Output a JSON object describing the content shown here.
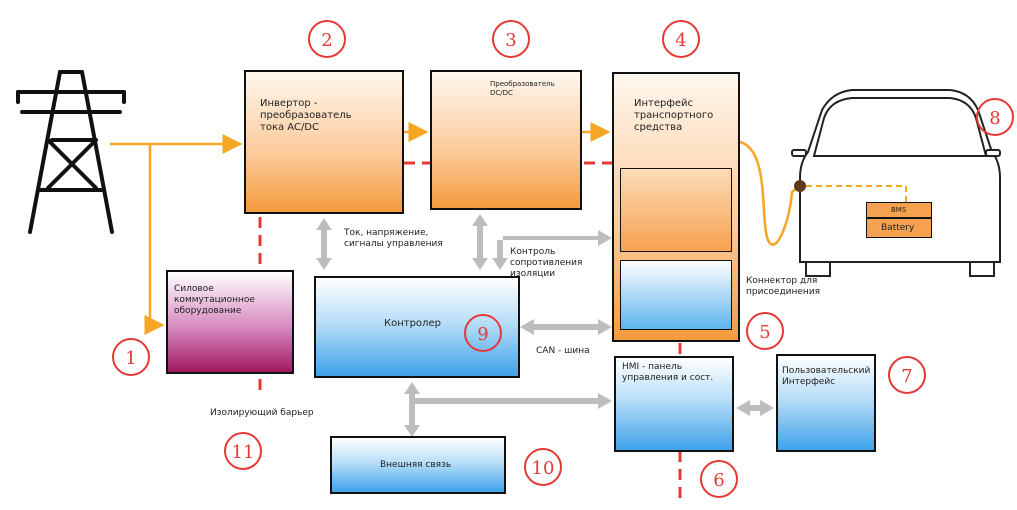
{
  "blocks": {
    "inverter": "Инвертор - преобразователь тока AC/DC",
    "dcdc": "Преобразователь DC/DC",
    "vehicle_interface": "Интерфейс транспортного средства",
    "switchgear": "Силовое коммутационное оборудование",
    "controller": "Контролер",
    "hmi": "HMI - панель управления и сост.",
    "user_interface": "Пользовательский Интерфейс",
    "external_comm": "Внешняя связь"
  },
  "labels": {
    "signals": "Ток, напряжение, сигналы управления",
    "insulation": "Контроль сопротивления изоляции",
    "connector": "Коннектор для присоединения",
    "can_bus": "CAN - шина",
    "barrier": "Изолирующий барьер"
  },
  "car": {
    "bms": "BMS",
    "battery": "Battery"
  },
  "markers": [
    "1",
    "2",
    "3",
    "4",
    "5",
    "6",
    "7",
    "8",
    "9",
    "10",
    "11"
  ],
  "colors": {
    "power_line": "#f5a623",
    "barrier": "#e53935",
    "arrow": "#bdbdbd",
    "marker": "#e53935"
  }
}
